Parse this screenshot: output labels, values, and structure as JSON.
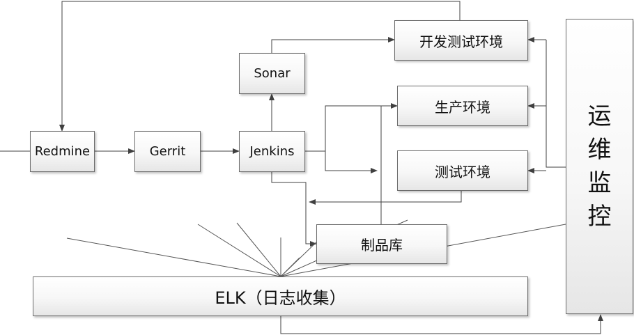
{
  "nodes": {
    "redmine": "Redmine",
    "gerrit": "Gerrit",
    "jenkins": "Jenkins",
    "sonar": "Sonar",
    "dev_env": "开发测试环境",
    "prod_env": "生产环境",
    "test_env": "测试环境",
    "artifact_repo": "制品库",
    "elk": "ELK（日志收集）",
    "ops_monitor": "运维监控"
  },
  "colors": {
    "line": "#404040",
    "border": "#6b6b6b"
  }
}
